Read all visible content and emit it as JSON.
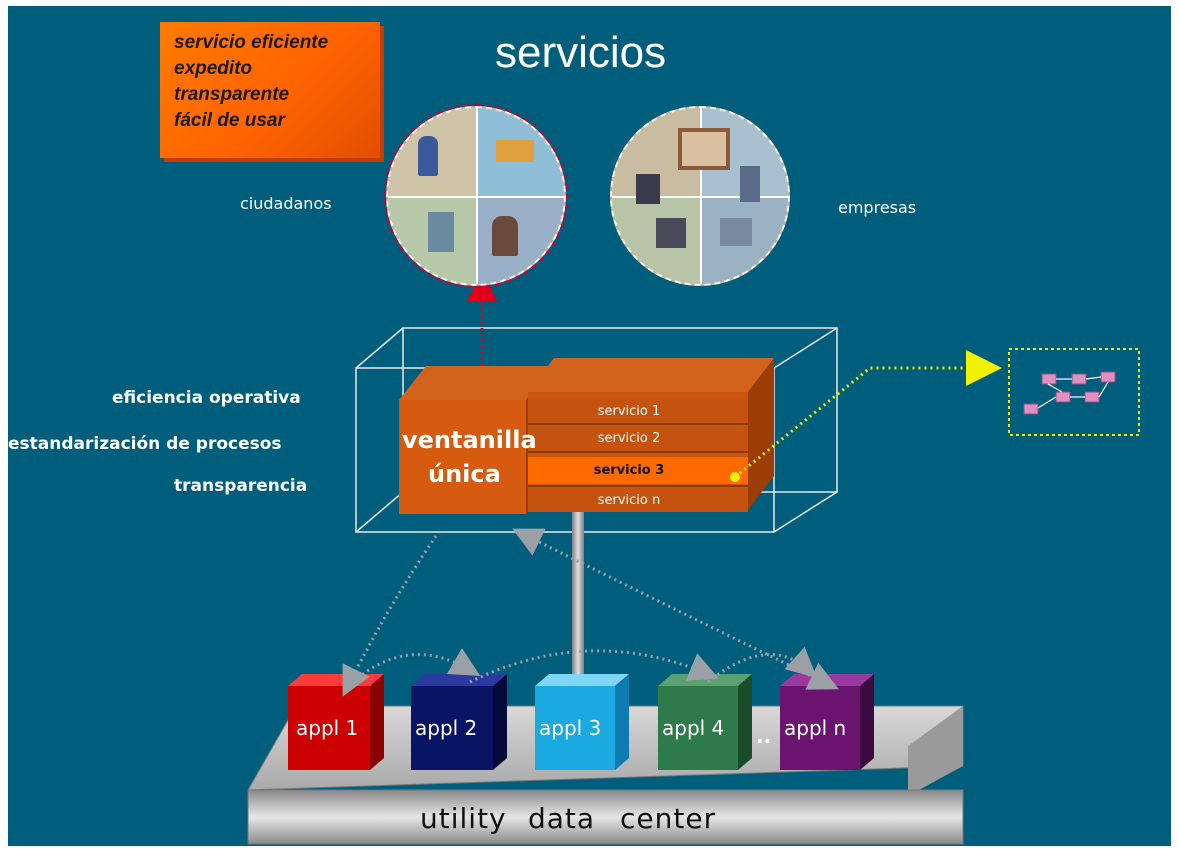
{
  "title": "servicios",
  "qualities": {
    "line1": "servicio eficiente",
    "line2": "expedito",
    "line3": "transparente",
    "line4": "fácil de usar"
  },
  "audiences": {
    "citizens": "ciudadanos",
    "companies": "empresas"
  },
  "benefits": {
    "b1": "eficiencia operativa",
    "b2": "estandarización de procesos",
    "b3": "transparencia"
  },
  "single_window": {
    "line1": "ventanilla",
    "line2": "única"
  },
  "services": [
    "servicio 1",
    "servicio 2",
    "servicio 3",
    "servicio n"
  ],
  "applications": [
    "appl 1",
    "appl 2",
    "appl 3",
    "appl 4",
    "appl n"
  ],
  "ellipsis": "..",
  "platform": {
    "word1": "utility",
    "word2": "data",
    "word3": "center"
  },
  "colors": {
    "background": "#005e7d",
    "orange": "#ff6a00",
    "dark_orange": "#c94a00",
    "highlight_service": "#ff6a00",
    "appl1": "#cc0000",
    "appl2": "#0a1464",
    "appl3": "#1aa9e0",
    "appl4": "#2e7a4a",
    "appln": "#6a1470",
    "workflow_border": "#f2f200"
  }
}
